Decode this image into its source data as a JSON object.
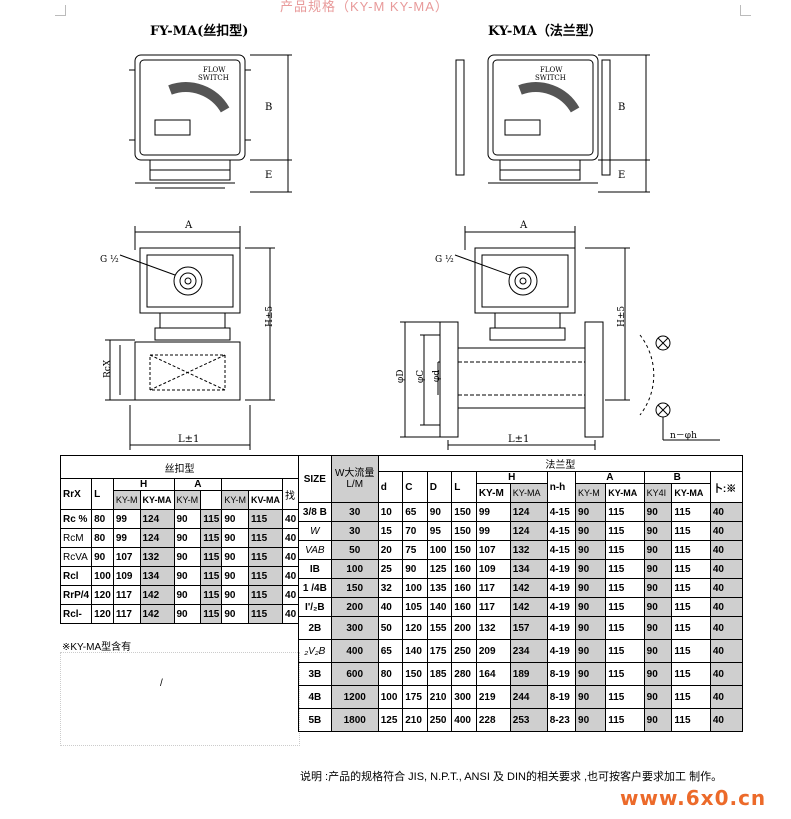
{
  "header_text": "产品规格（KY-M KY-MA）",
  "drawings": {
    "left_title": "FY-MA(丝扣型)",
    "right_title": "KY-MA（法兰型）",
    "switch_label_1": "FLOW",
    "switch_label_2": "SWITCH",
    "dim_A": "A",
    "dim_B": "B",
    "dim_E": "E",
    "dim_H": "H±5",
    "dim_L": "L±1",
    "dim_G": "G ½",
    "dim_Rc": "RcX",
    "dim_phiD": "φD",
    "dim_phiC": "φC",
    "dim_phid": "φd",
    "dim_nh": "n－φh"
  },
  "left_table": {
    "group_title": "丝扣型",
    "head_row1": [
      "",
      "",
      "H",
      "",
      "A",
      "",
      "",
      "",
      ""
    ],
    "head_row2": [
      "RrX",
      "L",
      "KY-M",
      "KY-MA",
      "KY-M",
      "",
      "KY-M",
      "KV-MA",
      "找"
    ],
    "rows": [
      [
        "Rc %",
        "80",
        "99",
        "124",
        "90",
        "115",
        "90",
        "115",
        "40"
      ],
      [
        "RcM",
        "80",
        "99",
        "124",
        "90",
        "115",
        "90",
        "115",
        "40"
      ],
      [
        "RcVA",
        "90",
        "107",
        "132",
        "90",
        "115",
        "90",
        "115",
        "40"
      ],
      [
        "Rcl",
        "100",
        "109",
        "134",
        "90",
        "115",
        "90",
        "115",
        "40"
      ],
      [
        "RrP/4",
        "120",
        "117",
        "142",
        "90",
        "115",
        "90",
        "115",
        "40"
      ],
      [
        "Rcl-",
        "120",
        "117",
        "142",
        "90",
        "115",
        "90",
        "115",
        "40"
      ]
    ],
    "footnote": "※KY-MA型含有",
    "stray": "/"
  },
  "right_table": {
    "group_title": "法兰型",
    "head_size": "SIZE",
    "head_flow": "W大流量 L/M",
    "head_cols": [
      "d",
      "C",
      "D",
      "L",
      "KY-M",
      "KY-MA",
      "n-h",
      "KY-M",
      "KY-MA",
      "KY4I",
      "KY-MA",
      "卜:※"
    ],
    "head_H": "H",
    "head_A": "A",
    "head_B": "B",
    "rows": [
      [
        "3/8 B",
        "30",
        "10",
        "65",
        "90",
        "150",
        "99",
        "124",
        "4-15",
        "90",
        "115",
        "90",
        "115",
        "40"
      ],
      [
        "W",
        "30",
        "15",
        "70",
        "95",
        "150",
        "99",
        "124",
        "4-15",
        "90",
        "115",
        "90",
        "115",
        "40"
      ],
      [
        "VAB",
        "50",
        "20",
        "75",
        "100",
        "150",
        "107",
        "132",
        "4-15",
        "90",
        "115",
        "90",
        "115",
        "40"
      ],
      [
        "IB",
        "100",
        "25",
        "90",
        "125",
        "160",
        "109",
        "134",
        "4-19",
        "90",
        "115",
        "90",
        "115",
        "40"
      ],
      [
        "1 /4B",
        "150",
        "32",
        "100",
        "135",
        "160",
        "117",
        "142",
        "4-19",
        "90",
        "115",
        "90",
        "115",
        "40"
      ],
      [
        "I'/₂B",
        "200",
        "40",
        "105",
        "140",
        "160",
        "117",
        "142",
        "4-19",
        "90",
        "115",
        "90",
        "115",
        "40"
      ],
      [
        "2B",
        "300",
        "50",
        "120",
        "155",
        "200",
        "132",
        "157",
        "4-19",
        "90",
        "115",
        "90",
        "115",
        "40"
      ],
      [
        "₂V₂B",
        "400",
        "65",
        "140",
        "175",
        "250",
        "209",
        "234",
        "4-19",
        "90",
        "115",
        "90",
        "115",
        "40"
      ],
      [
        "3B",
        "600",
        "80",
        "150",
        "185",
        "280",
        "164",
        "189",
        "8-19",
        "90",
        "115",
        "90",
        "115",
        "40"
      ],
      [
        "4B",
        "1200",
        "100",
        "175",
        "210",
        "300",
        "219",
        "244",
        "8-19",
        "90",
        "115",
        "90",
        "115",
        "40"
      ],
      [
        "5B",
        "1800",
        "125",
        "210",
        "250",
        "400",
        "228",
        "253",
        "8-23",
        "90",
        "115",
        "90",
        "115",
        "40"
      ]
    ]
  },
  "footer_note": "说明 :产品的规格符合 JIS, N.P.T., ANSI 及 DIN的相关要求 ,也可按客户要求加工 制作。",
  "watermark": "www.6x0.cn"
}
